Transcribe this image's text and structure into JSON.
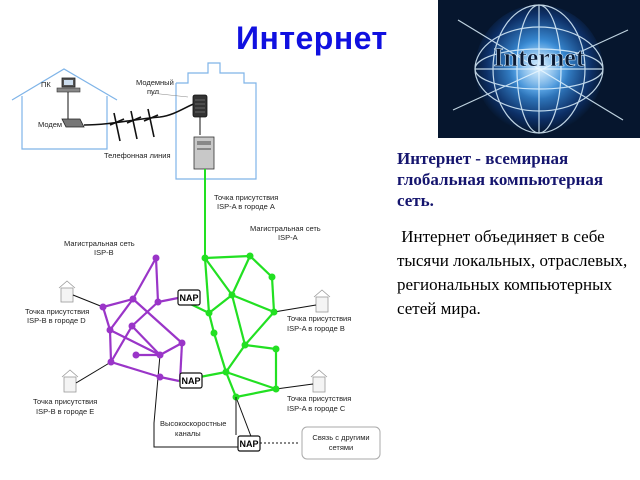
{
  "title": "Интернет",
  "globe": {
    "caption": "Internet"
  },
  "definition": "Интернет - всемирная глобальная компьютерная сеть.",
  "body": "Интернет объединяет в себе тысячи локальных, отраслевых, региональных компьютерных сетей мира.",
  "diagram": {
    "labels": {
      "pc": "ПК",
      "modem": "Модем",
      "modem_pool_1": "Модемный",
      "modem_pool_2": "пул",
      "phone_line": "Телефонная линия",
      "pop_a_1": "Точка присутствия",
      "pop_a_2": "ISP-A в городе A",
      "backbone_a_1": "Магистральная сеть",
      "backbone_a_2": "ISP-A",
      "backbone_b_1": "Магистральная сеть",
      "backbone_b_2": "ISP-B",
      "pop_d_1": "Точка присутствия",
      "pop_d_2": "ISP-B в городе D",
      "pop_b_1": "Точка присутствия",
      "pop_b_2": "ISP-A в городе B",
      "pop_e_1": "Точка присутствия",
      "pop_e_2": "ISP-B в городе E",
      "pop_c_1": "Точка присутствия",
      "pop_c_2": "ISP-A в городе C",
      "highspeed_1": "Высокоскоростные",
      "highspeed_2": "каналы",
      "other_nets_1": "Связь с другими",
      "other_nets_2": "сетями",
      "nap": "NAP"
    },
    "colors": {
      "isp_a": "#22e022",
      "isp_b": "#9a35c8",
      "wire": "#111111"
    }
  }
}
